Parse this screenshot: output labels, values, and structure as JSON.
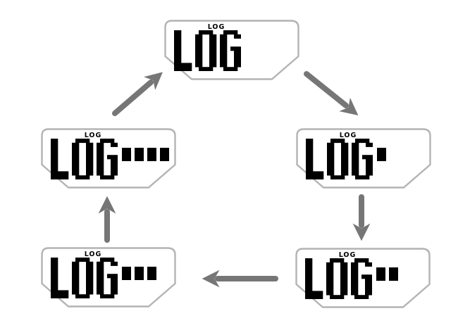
{
  "diagram_name": "log-mode-display-cycle",
  "colors": {
    "background": "#ffffff",
    "panel_border": "#b3b3b3",
    "arrow": "#767676",
    "display_text": "#000000"
  },
  "displays": [
    {
      "position": "top",
      "indicator_label": "LOG",
      "main_text": "LOG",
      "segment_count": 0
    },
    {
      "position": "right",
      "indicator_label": "LOG",
      "main_text": "LOG",
      "segment_count": 1
    },
    {
      "position": "bottom-right",
      "indicator_label": "LOG",
      "main_text": "LOG",
      "segment_count": 2
    },
    {
      "position": "bottom-left",
      "indicator_label": "LOG",
      "main_text": "LOG",
      "segment_count": 3
    },
    {
      "position": "middle-left",
      "indicator_label": "LOG",
      "main_text": "LOG",
      "segment_count": 4
    }
  ],
  "arrows": [
    {
      "from": "middle-left",
      "to": "top",
      "direction": "up-right"
    },
    {
      "from": "top",
      "to": "right",
      "direction": "down-right"
    },
    {
      "from": "right",
      "to": "bottom-right",
      "direction": "down"
    },
    {
      "from": "bottom-right",
      "to": "bottom-left",
      "direction": "left"
    },
    {
      "from": "bottom-left",
      "to": "middle-left",
      "direction": "up"
    }
  ]
}
